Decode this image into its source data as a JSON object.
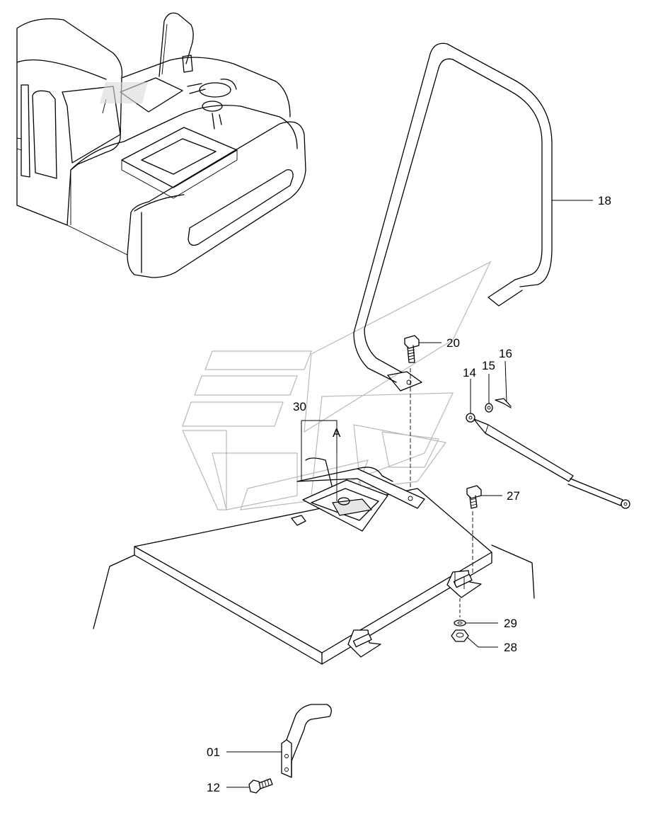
{
  "diagram": {
    "part_labels": {
      "p18": "18",
      "p20": "20",
      "p14": "14",
      "p15": "15",
      "p16": "16",
      "p30": "30",
      "pA": "A",
      "p27": "27",
      "p29": "29",
      "p28": "28",
      "p01": "01",
      "p12": "12"
    }
  }
}
